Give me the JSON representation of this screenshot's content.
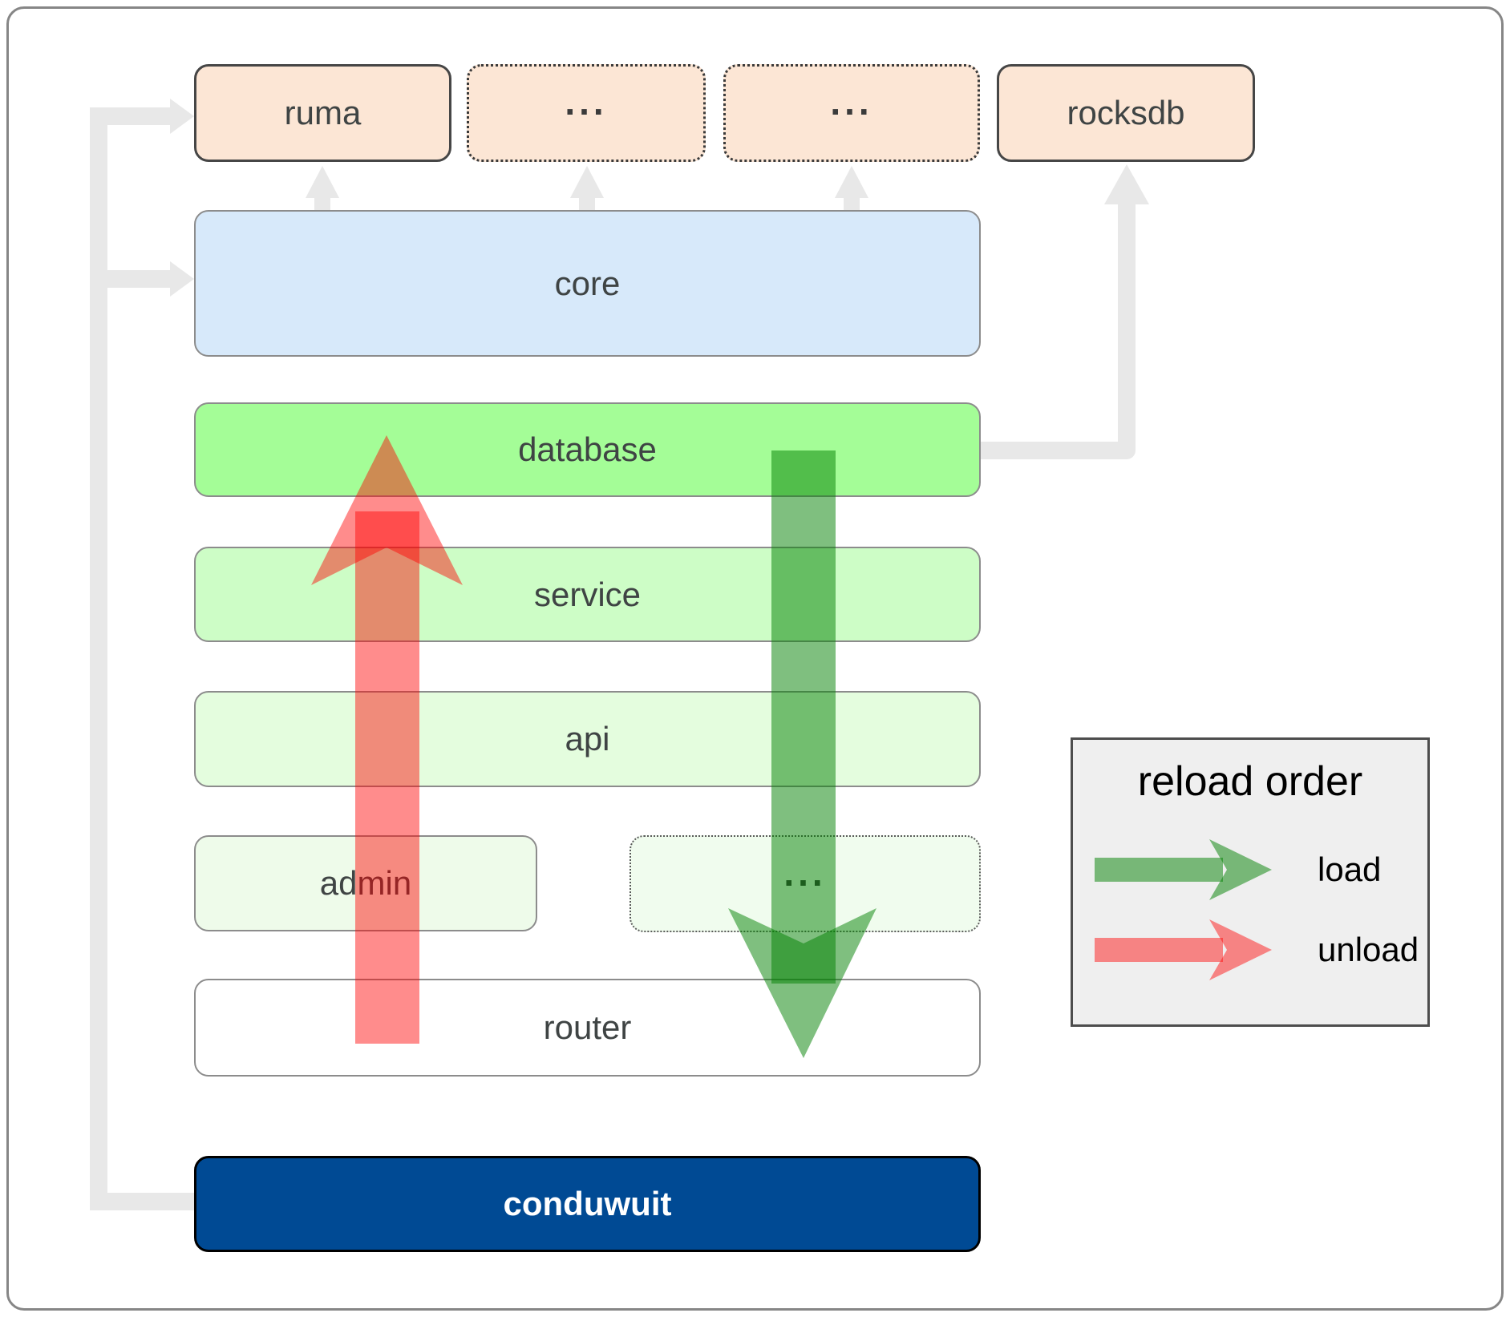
{
  "diagram": {
    "top_row": [
      {
        "label": "ruma"
      },
      {
        "label": "..."
      },
      {
        "label": "..."
      },
      {
        "label": "rocksdb"
      }
    ],
    "core": {
      "label": "core"
    },
    "database": {
      "label": "database"
    },
    "service": {
      "label": "service"
    },
    "api": {
      "label": "api"
    },
    "admin": {
      "label": "admin"
    },
    "admin_more": {
      "label": "..."
    },
    "router": {
      "label": "router"
    },
    "conduwuit": {
      "label": "conduwuit"
    }
  },
  "legend": {
    "title": "reload order",
    "items": [
      {
        "label": "load",
        "color": "#008000"
      },
      {
        "label": "unload",
        "color": "#ff0000"
      }
    ]
  },
  "arrows": {
    "load_color": "#008000",
    "unload_color": "#ff0000"
  },
  "colors": {
    "connector_gray": "#e8e8e8",
    "core_blue": "#d7e9fa",
    "database_green": "#a4fd97",
    "box_peach": "#fce6d5",
    "conduwuit_blue": "#004a94"
  }
}
